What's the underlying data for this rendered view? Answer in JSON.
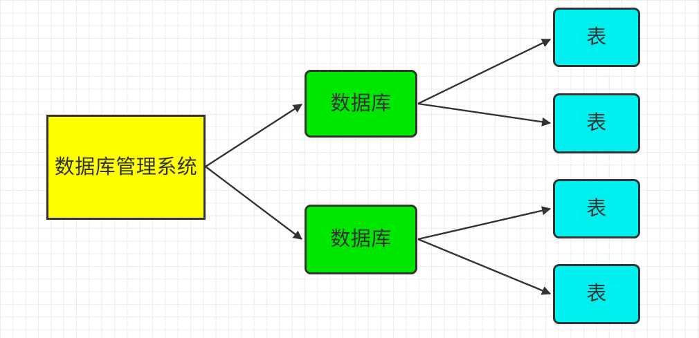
{
  "canvas": {
    "background_color": "#ffffff",
    "grid_line_color": "#ebebeb",
    "text_color": "#333333"
  },
  "diagram": {
    "nodes": [
      {
        "id": "dbms",
        "label": "数据库管理系统",
        "shape": "rectangle",
        "fill": "#ffff00",
        "border": "#333333"
      },
      {
        "id": "db-top",
        "label": "数据库",
        "shape": "rounded-rectangle",
        "fill": "#00e800",
        "border": "#333333"
      },
      {
        "id": "db-bottom",
        "label": "数据库",
        "shape": "rounded-rectangle",
        "fill": "#00e800",
        "border": "#333333"
      },
      {
        "id": "table-1",
        "label": "表",
        "shape": "rounded-rectangle",
        "fill": "#00f0f0",
        "border": "#333333"
      },
      {
        "id": "table-2",
        "label": "表",
        "shape": "rounded-rectangle",
        "fill": "#00f0f0",
        "border": "#333333"
      },
      {
        "id": "table-3",
        "label": "表",
        "shape": "rounded-rectangle",
        "fill": "#00f0f0",
        "border": "#333333"
      },
      {
        "id": "table-4",
        "label": "表",
        "shape": "rounded-rectangle",
        "fill": "#00f0f0",
        "border": "#333333"
      }
    ],
    "edges": [
      {
        "from": "dbms",
        "to": "db-top"
      },
      {
        "from": "dbms",
        "to": "db-bottom"
      },
      {
        "from": "db-top",
        "to": "table-1"
      },
      {
        "from": "db-top",
        "to": "table-2"
      },
      {
        "from": "db-bottom",
        "to": "table-3"
      },
      {
        "from": "db-bottom",
        "to": "table-4"
      }
    ],
    "edge_style": {
      "color": "#333333",
      "arrowhead": "filled-triangle",
      "line_width": 2.4
    }
  }
}
